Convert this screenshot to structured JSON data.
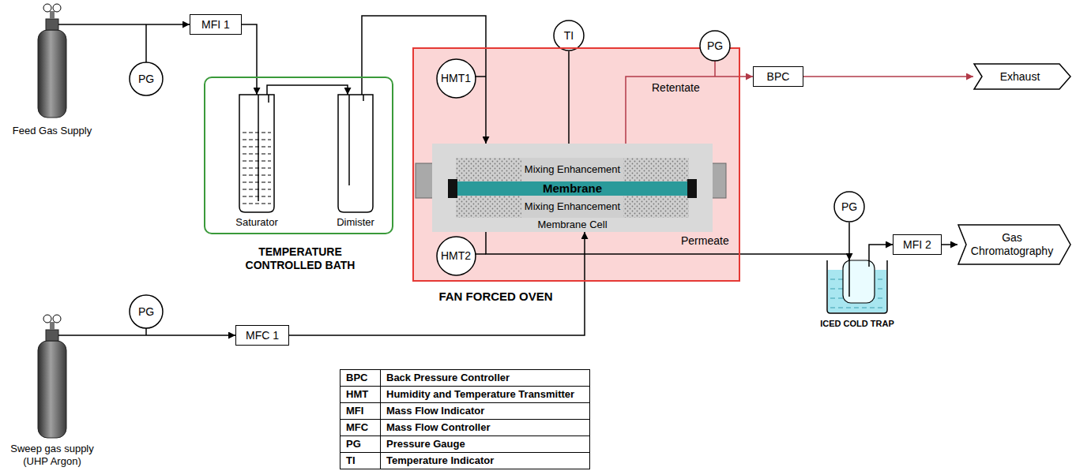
{
  "diagram": {
    "nodes": [
      {
        "text": [
          "Feed Gas Supply"
        ]
      },
      {
        "text": [
          "PG"
        ]
      },
      {
        "text": [
          "MFI 1"
        ]
      },
      {
        "text": [
          "TEMPERATURE CONTROLLED BATH"
        ]
      },
      {
        "text": [
          "Saturator"
        ],
        "in": 3
      },
      {
        "text": [
          "Dimister"
        ],
        "in": 3
      },
      {
        "text": [
          "TI"
        ]
      },
      {
        "text": [
          "FAN FORCED OVEN"
        ]
      },
      {
        "text": [
          "HMT1"
        ],
        "in": 7
      },
      {
        "text": [
          "Mixing Enhancement",
          "Membrane",
          "Mixing Enhancement",
          "Membrane Cell"
        ],
        "in": 7
      },
      {
        "text": [
          "HMT2"
        ],
        "in": 7
      },
      {
        "text": [
          "PG"
        ]
      },
      {
        "text": [
          "BPC"
        ]
      },
      {
        "text": [
          "Exhaust"
        ]
      },
      {
        "text": [
          "PG"
        ]
      },
      {
        "text": [
          "ICED COLD TRAP"
        ]
      },
      {
        "text": [
          "MFI 2"
        ]
      },
      {
        "text": [
          "Gas Chromatography"
        ]
      },
      {
        "text": [
          "PG"
        ]
      },
      {
        "text": [
          "Sweep gas supply (UHP Argon)"
        ]
      },
      {
        "text": [
          "MFC 1"
        ]
      }
    ],
    "edges": [
      {
        "from": 0,
        "to": 2,
        "arrow": "to"
      },
      {
        "from": 2,
        "to": 4,
        "arrow": "to"
      },
      {
        "from": 4,
        "to": 5,
        "arrow": "to"
      },
      {
        "from": 5,
        "to": 9,
        "arrow": "to"
      },
      {
        "from": 9,
        "to": 12,
        "arrow": "to"
      },
      {
        "from": 12,
        "to": 13,
        "arrow": "to"
      },
      {
        "from": 19,
        "to": 20,
        "arrow": "to"
      },
      {
        "from": 20,
        "to": 9,
        "arrow": "to"
      },
      {
        "from": 9,
        "to": 15,
        "arrow": "to"
      },
      {
        "from": 15,
        "to": 16,
        "arrow": "to"
      },
      {
        "from": 16,
        "to": 17,
        "arrow": "to"
      },
      {
        "from": 6,
        "to": 9,
        "arrow": "none"
      },
      {
        "from": 14,
        "to": 15,
        "arrow": "none"
      }
    ],
    "labels": [
      "Retentate",
      "Permeate",
      "BPC",
      "Back Pressure Controller",
      "HMT",
      "Humidity and Temperature Transmitter",
      "MFI",
      "Mass Flow Indicator",
      "MFC",
      "Mass Flow Controller",
      "PG",
      "Pressure Gauge",
      "TI",
      "Temperature Indicator"
    ]
  }
}
